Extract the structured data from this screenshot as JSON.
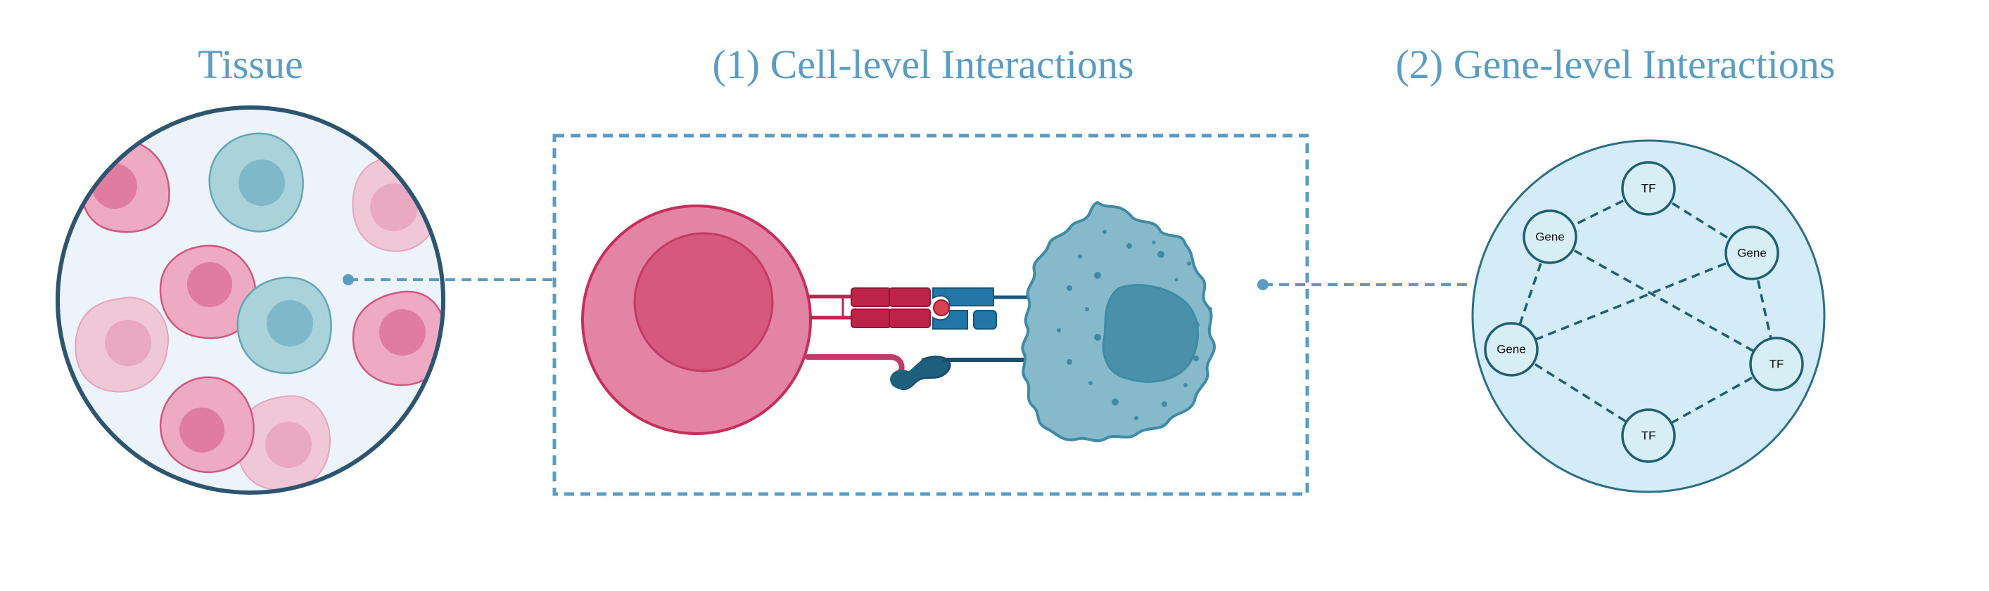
{
  "titles": {
    "tissue": "Tissue",
    "cell_level": "(1)  Cell-level Interactions",
    "gene_level": "(2)  Gene-level Interactions"
  },
  "gene_network": {
    "nodes": [
      {
        "id": "tf-top",
        "label": "TF"
      },
      {
        "id": "gene-upper-left",
        "label": "Gene"
      },
      {
        "id": "gene-upper-right",
        "label": "Gene"
      },
      {
        "id": "gene-left",
        "label": "Gene"
      },
      {
        "id": "tf-right",
        "label": "TF"
      },
      {
        "id": "tf-bottom",
        "label": "TF"
      }
    ]
  },
  "colors": {
    "title": "#5b9cc4",
    "dashed_link": "#5b9cc4",
    "pink_cell": "#e07fa0",
    "blue_cell": "#8bbccd",
    "tissue_border": "#2e5570",
    "gene_panel": "#d3ecf8"
  }
}
